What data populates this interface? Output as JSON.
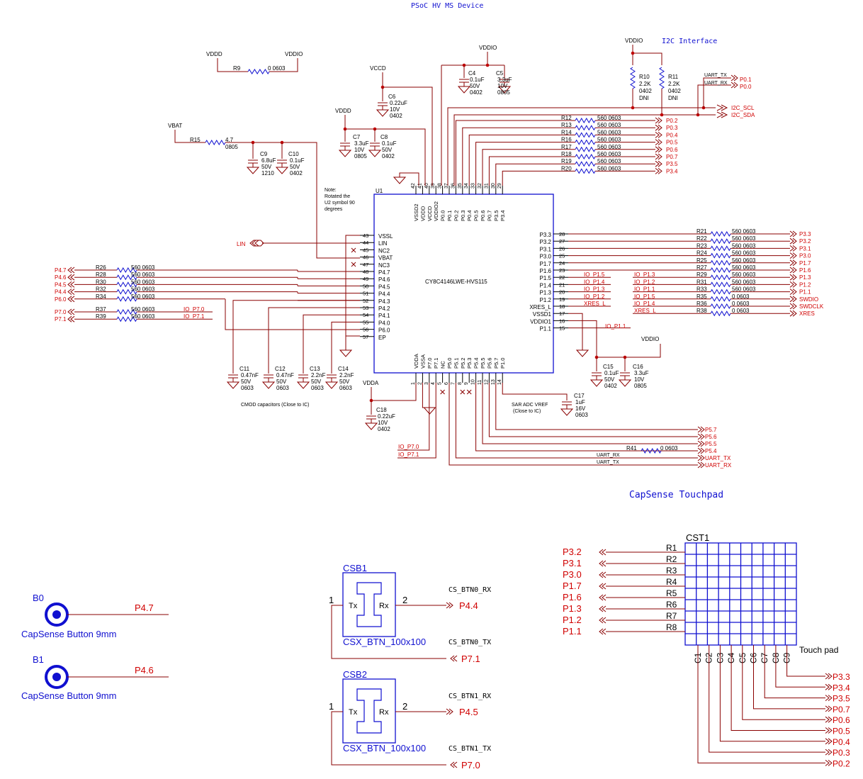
{
  "titles": {
    "main": "PSoC HV MS Device",
    "i2c": "I2C Interface",
    "touchpad": "CapSense Touchpad"
  },
  "power": {
    "vddd": "VDDD",
    "vddio": "VDDIO",
    "vccd": "VCCD",
    "vbat": "VBAT",
    "vdda": "VDDA"
  },
  "ic": {
    "ref": "U1",
    "part": "CY8C4146LWE-HVS115",
    "note": [
      "Note:",
      "Rotated the",
      "U2 symbol 90",
      "degrees"
    ],
    "top_pins": [
      {
        "num": "42",
        "name": "VSSD2"
      },
      {
        "num": "41",
        "name": "VDDD"
      },
      {
        "num": "40",
        "name": "VCCD"
      },
      {
        "num": "39",
        "name": "VDDIO2"
      },
      {
        "num": "38",
        "name": "P0.0"
      },
      {
        "num": "37",
        "name": "P0.1"
      },
      {
        "num": "36",
        "name": "P0.2"
      },
      {
        "num": "35",
        "name": "P0.3"
      },
      {
        "num": "34",
        "name": "P0.4"
      },
      {
        "num": "33",
        "name": "P0.5"
      },
      {
        "num": "32",
        "name": "P0.6"
      },
      {
        "num": "31",
        "name": "P0.7"
      },
      {
        "num": "30",
        "name": "P3.5"
      },
      {
        "num": "29",
        "name": "P3.4"
      }
    ],
    "left_pins": [
      {
        "num": "43",
        "name": "VSSL"
      },
      {
        "num": "44",
        "name": "LIN"
      },
      {
        "num": "45",
        "name": "NC2"
      },
      {
        "num": "46",
        "name": "VBAT"
      },
      {
        "num": "47",
        "name": "NC3"
      },
      {
        "num": "48",
        "name": "P4.7"
      },
      {
        "num": "49",
        "name": "P4.6"
      },
      {
        "num": "50",
        "name": "P4.5"
      },
      {
        "num": "51",
        "name": "P4.4"
      },
      {
        "num": "52",
        "name": "P4.3"
      },
      {
        "num": "53",
        "name": "P4.2"
      },
      {
        "num": "54",
        "name": "P4.1"
      },
      {
        "num": "55",
        "name": "P4.0"
      },
      {
        "num": "56",
        "name": "P6.0"
      },
      {
        "num": "57",
        "name": "EP"
      }
    ],
    "right_pins": [
      {
        "num": "28",
        "name": "P3.3"
      },
      {
        "num": "27",
        "name": "P3.2"
      },
      {
        "num": "26",
        "name": "P3.1"
      },
      {
        "num": "25",
        "name": "P3.0"
      },
      {
        "num": "24",
        "name": "P1.7"
      },
      {
        "num": "23",
        "name": "P1.6"
      },
      {
        "num": "22",
        "name": "P1.5"
      },
      {
        "num": "21",
        "name": "P1.4"
      },
      {
        "num": "20",
        "name": "P1.3"
      },
      {
        "num": "19",
        "name": "P1.2"
      },
      {
        "num": "18",
        "name": "XRES_L"
      },
      {
        "num": "17",
        "name": "VSSD1"
      },
      {
        "num": "16",
        "name": "VDDIO1"
      },
      {
        "num": "15",
        "name": "P1.1"
      }
    ],
    "bottom_pins": [
      {
        "num": "1",
        "name": "VDDA"
      },
      {
        "num": "2",
        "name": "VSSA"
      },
      {
        "num": "3",
        "name": "P7.0"
      },
      {
        "num": "4",
        "name": "P7.1"
      },
      {
        "num": "5",
        "name": "NC"
      },
      {
        "num": "6",
        "name": "P5.0"
      },
      {
        "num": "7",
        "name": "P5.1"
      },
      {
        "num": "8",
        "name": "P5.2"
      },
      {
        "num": "9",
        "name": "P5.3"
      },
      {
        "num": "10",
        "name": "P5.4"
      },
      {
        "num": "11",
        "name": "P5.5"
      },
      {
        "num": "12",
        "name": "P5.6"
      },
      {
        "num": "13",
        "name": "P5.7"
      },
      {
        "num": "14",
        "name": "P1.0"
      }
    ]
  },
  "components": {
    "r9": {
      "ref": "R9",
      "val": "0 0603"
    },
    "r15": {
      "ref": "R15",
      "val": "4.7",
      "pkg": "0805"
    },
    "r10": {
      "ref": "R10",
      "lines": [
        "2.2K",
        "0402",
        "DNI"
      ]
    },
    "r11": {
      "ref": "R11",
      "lines": [
        "2.2K",
        "0402",
        "DNI"
      ]
    },
    "r41": {
      "ref": "R41",
      "val": "0 0603"
    },
    "c4": {
      "ref": "C4",
      "lines": [
        "0.1uF",
        "50V",
        "0402"
      ]
    },
    "c5": {
      "ref": "C5",
      "lines": [
        "3.3uF",
        "10V",
        "0805"
      ]
    },
    "c6": {
      "ref": "C6",
      "lines": [
        "0.22uF",
        "10V",
        "0402"
      ]
    },
    "c7": {
      "ref": "C7",
      "lines": [
        "3.3uF",
        "10V",
        "0805"
      ]
    },
    "c8": {
      "ref": "C8",
      "lines": [
        "0.1uF",
        "50V",
        "0402"
      ]
    },
    "c9": {
      "ref": "C9",
      "lines": [
        "6.8uF",
        "50V",
        "1210"
      ]
    },
    "c10": {
      "ref": "C10",
      "lines": [
        "0.1uF",
        "50V",
        "0402"
      ]
    },
    "c11": {
      "ref": "C11",
      "lines": [
        "0.47nF",
        "50V",
        "0603"
      ]
    },
    "c12": {
      "ref": "C12",
      "lines": [
        "0.47nF",
        "50V",
        "0603"
      ]
    },
    "c13": {
      "ref": "C13",
      "lines": [
        "2.2nF",
        "50V",
        "0603"
      ]
    },
    "c14": {
      "ref": "C14",
      "lines": [
        "2.2nF",
        "50V",
        "0603"
      ]
    },
    "c15": {
      "ref": "C15",
      "lines": [
        "0.1uF",
        "50V",
        "0402"
      ]
    },
    "c16": {
      "ref": "C16",
      "lines": [
        "3.3uF",
        "10V",
        "0805"
      ]
    },
    "c17": {
      "ref": "C17",
      "lines": [
        "1uF",
        "16V",
        "0603"
      ]
    },
    "c18": {
      "ref": "C18",
      "lines": [
        "0.22uF",
        "10V",
        "0402"
      ]
    },
    "cmod_note": "CMOD capacitors (Close to IC)",
    "sar_note": [
      "SAR ADC VREF",
      "(Close to IC)"
    ]
  },
  "top_resistors": [
    {
      "ref": "R12",
      "val": "560 0603",
      "net": "P0.2"
    },
    {
      "ref": "R13",
      "val": "560 0603",
      "net": "P0.3"
    },
    {
      "ref": "R14",
      "val": "560 0603",
      "net": "P0.4"
    },
    {
      "ref": "R16",
      "val": "560 0603",
      "net": "P0.5"
    },
    {
      "ref": "R17",
      "val": "560 0603",
      "net": "P0.6"
    },
    {
      "ref": "R18",
      "val": "560 0603",
      "net": "P0.7"
    },
    {
      "ref": "R19",
      "val": "560 0603",
      "net": "P3.5"
    },
    {
      "ref": "R20",
      "val": "560 0603",
      "net": "P3.4"
    }
  ],
  "right_resistors": [
    {
      "ref": "R21",
      "val": "560 0603",
      "net": "P3.3",
      "sig": ""
    },
    {
      "ref": "R22",
      "val": "560 0603",
      "net": "P3.2",
      "sig": ""
    },
    {
      "ref": "R23",
      "val": "560 0603",
      "net": "P3.1",
      "sig": ""
    },
    {
      "ref": "R24",
      "val": "560 0603",
      "net": "P3.0",
      "sig": ""
    },
    {
      "ref": "R25",
      "val": "560 0603",
      "net": "P1.7",
      "sig": ""
    },
    {
      "ref": "R27",
      "val": "560 0603",
      "net": "P1.6",
      "sig": ""
    },
    {
      "ref": "R29",
      "val": "560 0603",
      "net": "P1.3",
      "sig": "IO_P1.3"
    },
    {
      "ref": "R31",
      "val": "560 0603",
      "net": "P1.2",
      "sig": "IO_P1.2"
    },
    {
      "ref": "R33",
      "val": "560 0603",
      "net": "P1.1",
      "sig": "IO_P1.1"
    },
    {
      "ref": "R35",
      "val": "0 0603",
      "net": "SWDIO",
      "sig": "IO_P1.5"
    },
    {
      "ref": "R36",
      "val": "0 0603",
      "net": "SWDCLK",
      "sig": "IO_P1.4"
    },
    {
      "ref": "R38",
      "val": "0 0603",
      "net": "XRES",
      "sig": "XRES_L"
    }
  ],
  "ic_right_labels": [
    "IO_P1.5",
    "IO_P1.4",
    "IO_P1.3",
    "IO_P1.2",
    "XRES_L",
    "IO_P1.1"
  ],
  "left_resistors": [
    {
      "ref": "R26",
      "val": "560 0603",
      "net": "P4.7"
    },
    {
      "ref": "R28",
      "val": "560 0603",
      "net": "P4.6"
    },
    {
      "ref": "R30",
      "val": "560 0603",
      "net": "P4.5"
    },
    {
      "ref": "R32",
      "val": "560 0603",
      "net": "P4.4"
    },
    {
      "ref": "R34",
      "val": "560 0603",
      "net": "P6.0"
    },
    {
      "ref": "R37",
      "val": "560 0603",
      "net": "P7.0",
      "sig": "IO_P7.0"
    },
    {
      "ref": "R39",
      "val": "560 0603",
      "net": "P7.1",
      "sig": "IO_P7.1"
    }
  ],
  "nets": {
    "lin": "LIN",
    "uart_tx": "UART_TX",
    "uart_rx": "UART_RX",
    "p01": "P0.1",
    "p00": "P0.0",
    "i2c_scl": "I2C_SCL",
    "i2c_sda": "I2C_SDA",
    "io_p70": "IO_P7.0",
    "io_p71": "IO_P7.1",
    "io_p11": "IO_P1.1",
    "bottom_right": [
      "P5.7",
      "P5.6",
      "P5.5",
      "P5.4",
      "UART_TX",
      "UART_RX"
    ]
  },
  "buttons": [
    {
      "ref": "B0",
      "net": "P4.7",
      "desc": "CapSense Button 9mm"
    },
    {
      "ref": "B1",
      "net": "P4.6",
      "desc": "CapSense Button 9mm"
    }
  ],
  "csx": [
    {
      "ref": "CSB1",
      "part": "CSX_BTN_100x100",
      "rx_net": "P4.4",
      "tx_net": "P7.1",
      "rx_sig": "CS_BTN0_RX",
      "tx_sig": "CS_BTN0_TX",
      "pin1": "1",
      "pin2": "2",
      "tx": "Tx",
      "rx": "Rx"
    },
    {
      "ref": "CSB2",
      "part": "CSX_BTN_100x100",
      "rx_net": "P4.5",
      "tx_net": "P7.0",
      "rx_sig": "CS_BTN1_RX",
      "tx_sig": "CS_BTN1_TX",
      "pin1": "1",
      "pin2": "2",
      "tx": "Tx",
      "rx": "Rx"
    }
  ],
  "touchpad": {
    "ref": "CST1",
    "label": "Touch pad",
    "rows": [
      {
        "r": "R1",
        "net": "P3.2"
      },
      {
        "r": "R2",
        "net": "P3.1"
      },
      {
        "r": "R3",
        "net": "P3.0"
      },
      {
        "r": "R4",
        "net": "P1.7"
      },
      {
        "r": "R5",
        "net": "P1.6"
      },
      {
        "r": "R6",
        "net": "P1.3"
      },
      {
        "r": "R7",
        "net": "P1.2"
      },
      {
        "r": "R8",
        "net": "P1.1"
      }
    ],
    "cols": [
      "C1",
      "C2",
      "C3",
      "C4",
      "C5",
      "C6",
      "C7",
      "C8",
      "C9"
    ],
    "col_nets": [
      "P3.3",
      "P3.4",
      "P3.5",
      "P0.7",
      "P0.6",
      "P0.5",
      "P0.4",
      "P0.3",
      "P0.2"
    ]
  }
}
